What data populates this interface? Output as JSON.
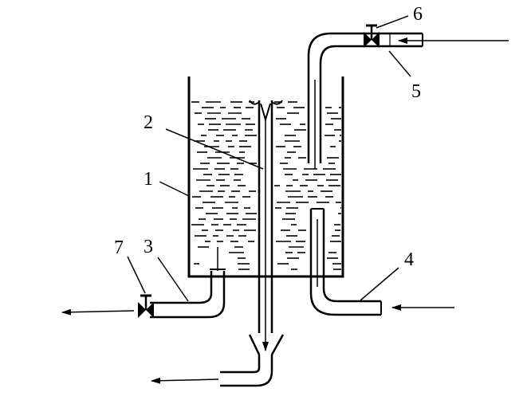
{
  "labels": {
    "l1": "1",
    "l2": "2",
    "l3": "3",
    "l4": "4",
    "l5": "5",
    "l6": "6",
    "l7": "7"
  },
  "colors": {
    "ink": "#000000",
    "paper": "#ffffff"
  }
}
